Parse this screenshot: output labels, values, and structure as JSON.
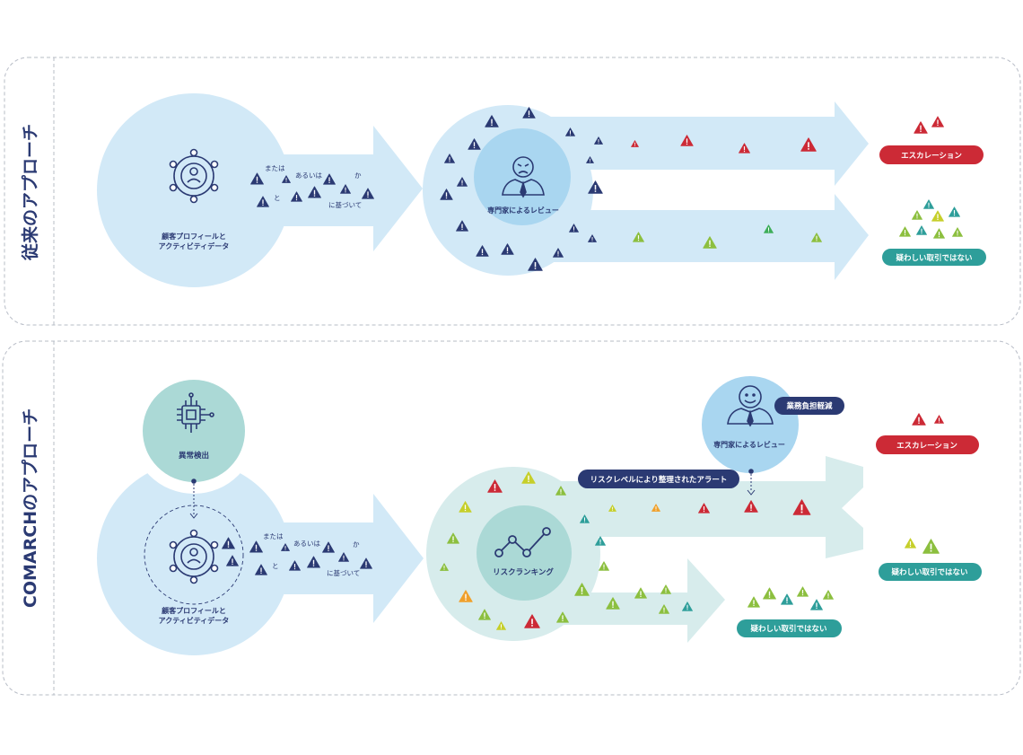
{
  "colors": {
    "navy": "#2b3a73",
    "light_blue": "#d2e9f7",
    "mid_blue": "#a9d6f0",
    "pale_teal": "#d7ecec",
    "teal_circle": "#abd9d6",
    "red": "#cc2a36",
    "teal": "#2e9e9a",
    "yellow_green": "#c6cf2a",
    "green": "#8cbf3f",
    "orange": "#f0a02b",
    "border": "#b7bcc6"
  },
  "traditional": {
    "title": "従来のアプローチ",
    "profile_label_1": "顧客プロフィールと",
    "profile_label_2": "アクティビティデータ",
    "connectors": {
      "or1": "または",
      "or2": "あるいは",
      "ka": "か",
      "to": "と",
      "based": "に基づいて"
    },
    "expert_label": "専門家によるレビュー",
    "escalation_label": "エスカレーション",
    "not_suspicious_label": "疑わしい取引ではない"
  },
  "comarch": {
    "title": "COMARCHのアプローチ",
    "anomaly_label": "異常検出",
    "profile_label_1": "顧客プロフィールと",
    "profile_label_2": "アクティビティデータ",
    "connectors": {
      "or1": "または",
      "or2": "あるいは",
      "ka": "か",
      "to": "と",
      "based": "に基づいて"
    },
    "ranking_label": "リスクランキング",
    "organized_alerts_label": "リスクレベルにより整理されたアラート",
    "expert_label": "専門家によるレビュー",
    "workload_label": "業務負担軽減",
    "escalation_label": "エスカレーション",
    "not_suspicious_label_1": "疑わしい取引ではない",
    "not_suspicious_label_2": "疑わしい取引ではない"
  },
  "icons": [
    "network-profile-icon",
    "frowning-expert-icon",
    "smiling-expert-icon",
    "chip-icon",
    "ranking-graph-icon",
    "warning-triangle-icon"
  ]
}
